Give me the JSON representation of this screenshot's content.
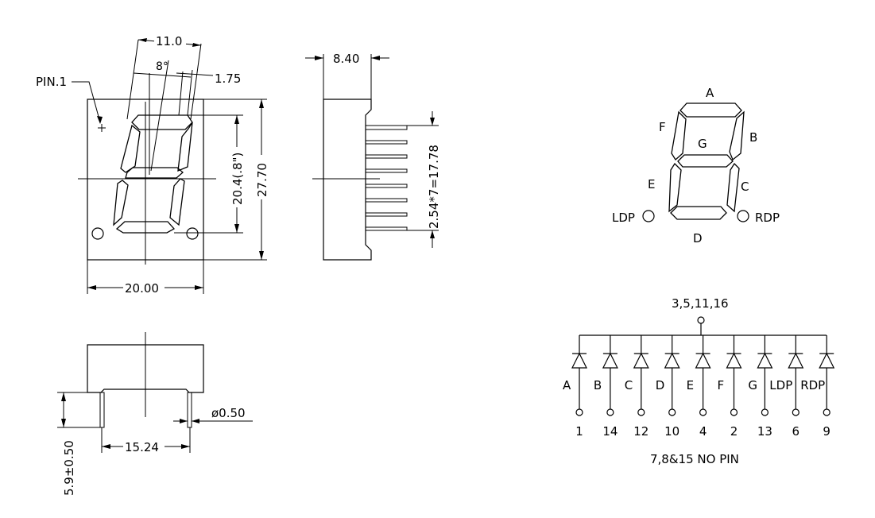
{
  "front_view": {
    "pin1_label": "PIN.1",
    "dim_tilt_width": "11.0",
    "dim_angle": "8°",
    "dim_seg_width": "1.75",
    "dim_digit_height": "20.4(.8\")",
    "dim_body_height": "27.70",
    "dim_body_width": "20.00"
  },
  "side_view": {
    "dim_depth": "8.40",
    "dim_pin_pitch": "2.54*7=17.78"
  },
  "bottom_view": {
    "dim_pin_diameter": "ø0.50",
    "dim_row_spacing": "15.24",
    "dim_pin_length": "5.9±0.50"
  },
  "segment_diagram": {
    "labels": {
      "a": "A",
      "b": "B",
      "c": "C",
      "d": "D",
      "e": "E",
      "f": "F",
      "g": "G",
      "ldp": "LDP",
      "rdp": "RDP"
    }
  },
  "circuit": {
    "common_pins": "3,5,11,16",
    "diodes": [
      {
        "segment": "A",
        "pin": "1"
      },
      {
        "segment": "B",
        "pin": "14"
      },
      {
        "segment": "C",
        "pin": "12"
      },
      {
        "segment": "D",
        "pin": "10"
      },
      {
        "segment": "E",
        "pin": "4"
      },
      {
        "segment": "F",
        "pin": "2"
      },
      {
        "segment": "G",
        "pin": "13"
      },
      {
        "segment": "LDP",
        "pin": "6"
      },
      {
        "segment": "RDP",
        "pin": "9"
      }
    ],
    "note": "7,8&15  NO  PIN"
  }
}
